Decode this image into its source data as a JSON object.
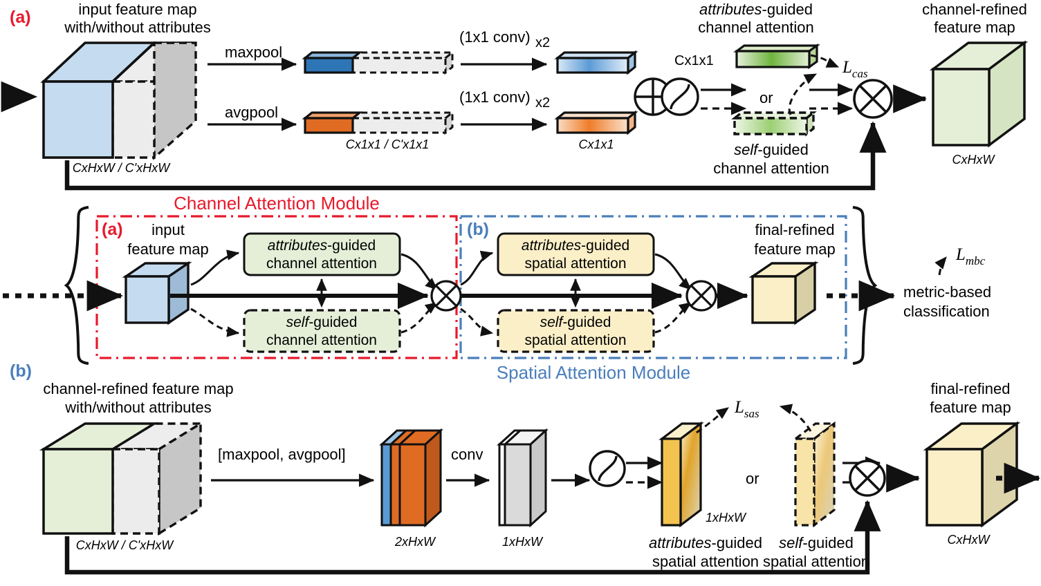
{
  "figure": {
    "panel_a": {
      "tag": "(a)",
      "input_title_line1": "input feature map",
      "input_title_line2": "with/without attributes",
      "input_dim": "CxHxW / C'xHxW",
      "maxpool_label": "maxpool",
      "avgpool_label": "avgpool",
      "pooled_dim": "Cx1x1 / C'x1x1",
      "conv_label": "(1x1 conv)",
      "conv_sub": "x2",
      "conv_out_dim": "Cx1x1",
      "attn_dim": "Cx1x1",
      "attr_attention_line1": "attributes",
      "attr_attention_line1_rest": "-guided",
      "attr_attention_line2": "channel attention",
      "self_attention_line1": "self",
      "self_attention_line1_rest": "-guided",
      "self_attention_line2": "channel attention",
      "or_label": "or",
      "loss": "L",
      "loss_sub": "cas",
      "output_title_line1": "channel-refined",
      "output_title_line2": "feature map",
      "output_dim": "CxHxW"
    },
    "middle": {
      "channel_module_title": "Channel Attention Module",
      "spatial_module_title": "Spatial Attention Module",
      "channel_module_color": "#e8192c",
      "spatial_module_color": "#4a7ebb",
      "tag_a": "(a)",
      "tag_b": "(b)",
      "input_line1": "input",
      "input_line2": "feature map",
      "ca_attr_line1": "attributes",
      "ca_attr_line1_rest": "-guided",
      "ca_attr_line2": "channel attention",
      "ca_self_line1": "self",
      "ca_self_line1_rest": "-guided",
      "ca_self_line2": "channel attention",
      "sa_attr_line1": "attributes",
      "sa_attr_line1_rest": "-guided",
      "sa_attr_line2": "spatial attention",
      "sa_self_line1": "self",
      "sa_self_line1_rest": "-guided",
      "sa_self_line2": "spatial attention",
      "final_line1": "final-refined",
      "final_line2": "feature map",
      "mbc_loss": "L",
      "mbc_loss_sub": "mbc",
      "mbc_line1": "metric-based",
      "mbc_line2": "classification"
    },
    "panel_b": {
      "tag": "(b)",
      "input_title_line1": "channel-refined feature map",
      "input_title_line2": "with/without attributes",
      "input_dim": "CxHxW / C'xHxW",
      "pool_label": "[maxpool, avgpool]",
      "stack_dim": "2xHxW",
      "conv_label": "conv",
      "conv_out_dim": "1xHxW",
      "attn_dim": "1xHxW",
      "attr_attention_line1": "attributes",
      "attr_attention_line1_rest": "-guided",
      "attr_attention_line2": "spatial attention",
      "self_attention_line1": "self",
      "self_attention_line1_rest": "-guided",
      "self_attention_line2": "spatial attention",
      "or_label": "or",
      "loss": "L",
      "loss_sub": "sas",
      "output_title_line1": "final-refined",
      "output_title_line2": "feature map",
      "output_dim": "CxHxW"
    },
    "colors": {
      "blue_face": "#b9d4ea",
      "blue_bar": "#2e75b6",
      "orange_bar": "#e06c23",
      "green_face": "#dfead2",
      "green_bar": "#7ab648",
      "yellow_face": "#fbefc8",
      "gold": "#e0a93b",
      "gray_face": "#ebebeb",
      "gray_side": "#c0c0c0",
      "red": "#e8192c",
      "blue_accent": "#4a7ebb",
      "stroke": "#111111"
    }
  }
}
